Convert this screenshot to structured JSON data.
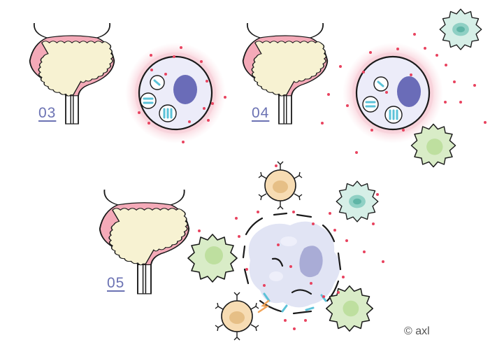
{
  "panels": [
    {
      "label": "03"
    },
    {
      "label": "04"
    },
    {
      "label": "05"
    }
  ],
  "copyright": "© axl",
  "colors": {
    "bladder_wall": "#f4aab8",
    "bladder_outline": "#1a1a1a",
    "urine": "#f7f2d2",
    "cell_glow": "#f6c9d2",
    "nucleus": "#6a6cb8",
    "dot": "#e8435f",
    "bacteria": "#5bc2d8",
    "macrophage": "#d9ecc7",
    "dendritic": "#d6efe7",
    "lymphocyte": "#f7dcb3",
    "dead_cell": "#dcdff2"
  },
  "icons": [
    "bladder-icon",
    "urothelial-cell-icon",
    "immune-cell-icon",
    "bacteria-icon",
    "lightning-icon"
  ]
}
